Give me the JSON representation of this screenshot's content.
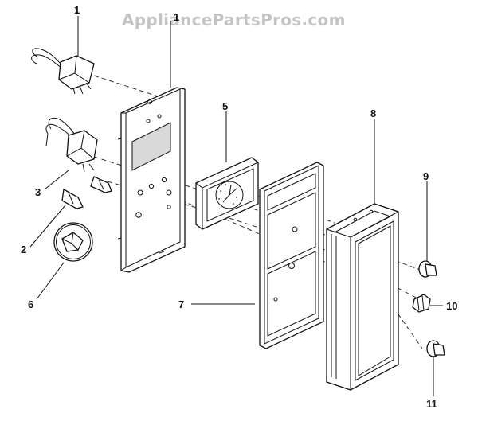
{
  "watermark": "AppliancePartsPros.com",
  "callouts": {
    "c1a": "1",
    "c1b": "1",
    "c2": "2",
    "c3": "3",
    "c5": "5",
    "c6": "6",
    "c7": "7",
    "c8": "8",
    "c9": "9",
    "c10": "10",
    "c11": "11"
  }
}
